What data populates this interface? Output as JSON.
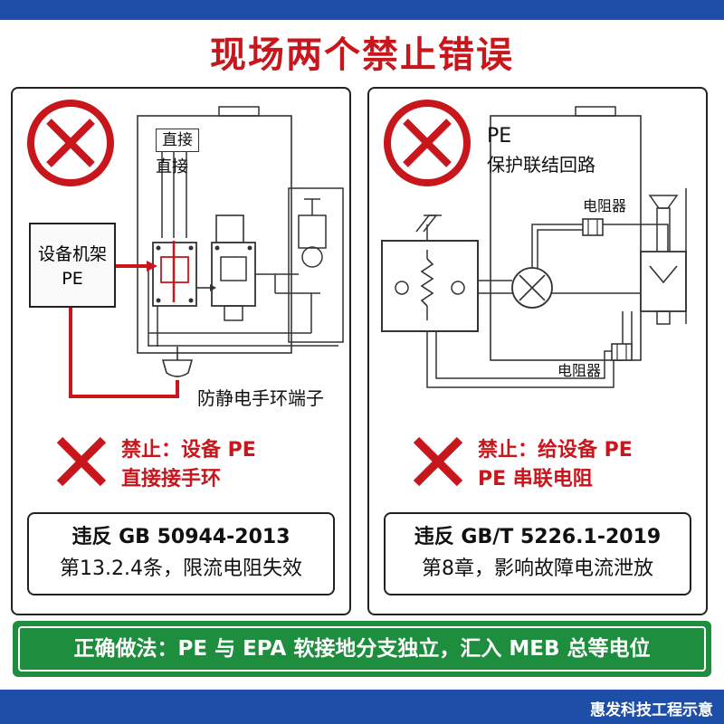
{
  "title": "现场两个禁止错误",
  "left_panel": {
    "labels": {
      "direct_1": "直接",
      "direct_2": "直接",
      "rack_line1": "设备机架",
      "rack_line2": "PE",
      "wrist_terminal": "防静电手环端子"
    },
    "prohibition": [
      "禁止：设备 PE",
      "直接接手环"
    ],
    "violation": {
      "line1": "违反 GB 50944-2013",
      "line2": "第13.2.4条，限流电阻失效"
    }
  },
  "right_panel": {
    "labels": {
      "pe": "PE",
      "pe_loop": "保护联结回路",
      "resistor_top": "电阻器",
      "resistor_bottom": "电阻器"
    },
    "prohibition": [
      "禁止：给设备 PE",
      "PE 串联电阻"
    ],
    "violation": {
      "line1": "违反 GB/T 5226.1-2019",
      "line2": "第8章，影响故障电流泄放"
    }
  },
  "correct_method": "正确做法：PE 与 EPA 软接地分支独立，汇入 MEB 总等电位",
  "footer": "惠发科技工程示意",
  "colors": {
    "red": "#c8161d",
    "blue": "#1d4fa8",
    "green": "#1e8e3e"
  },
  "icons": [
    "prohibited-circle-icon",
    "cross-mark-icon"
  ]
}
